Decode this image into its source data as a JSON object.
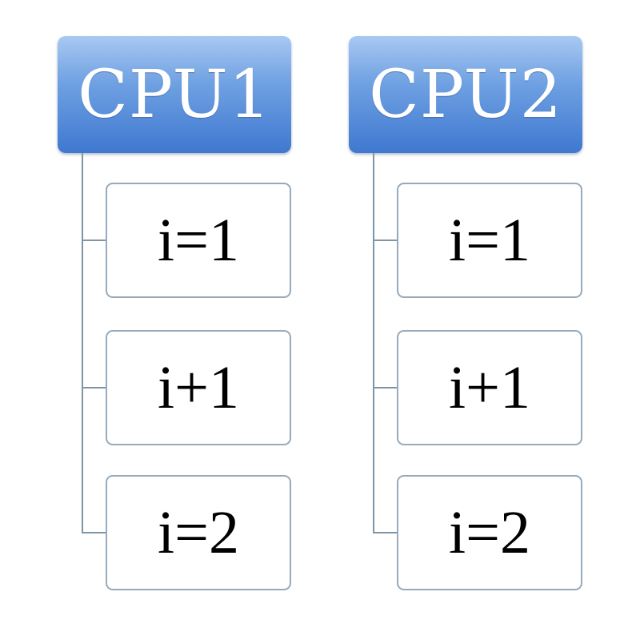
{
  "columns": [
    {
      "header": "CPU1",
      "items": [
        "i=1",
        "i+1",
        "i=2"
      ]
    },
    {
      "header": "CPU2",
      "items": [
        "i=1",
        "i+1",
        "i=2"
      ]
    }
  ],
  "colors": {
    "header_top": "#a9c9f2",
    "header_bottom": "#3f78d0",
    "header_text": "#ffffff",
    "connector": "#7f95a6",
    "box_border": "#96aabb"
  }
}
